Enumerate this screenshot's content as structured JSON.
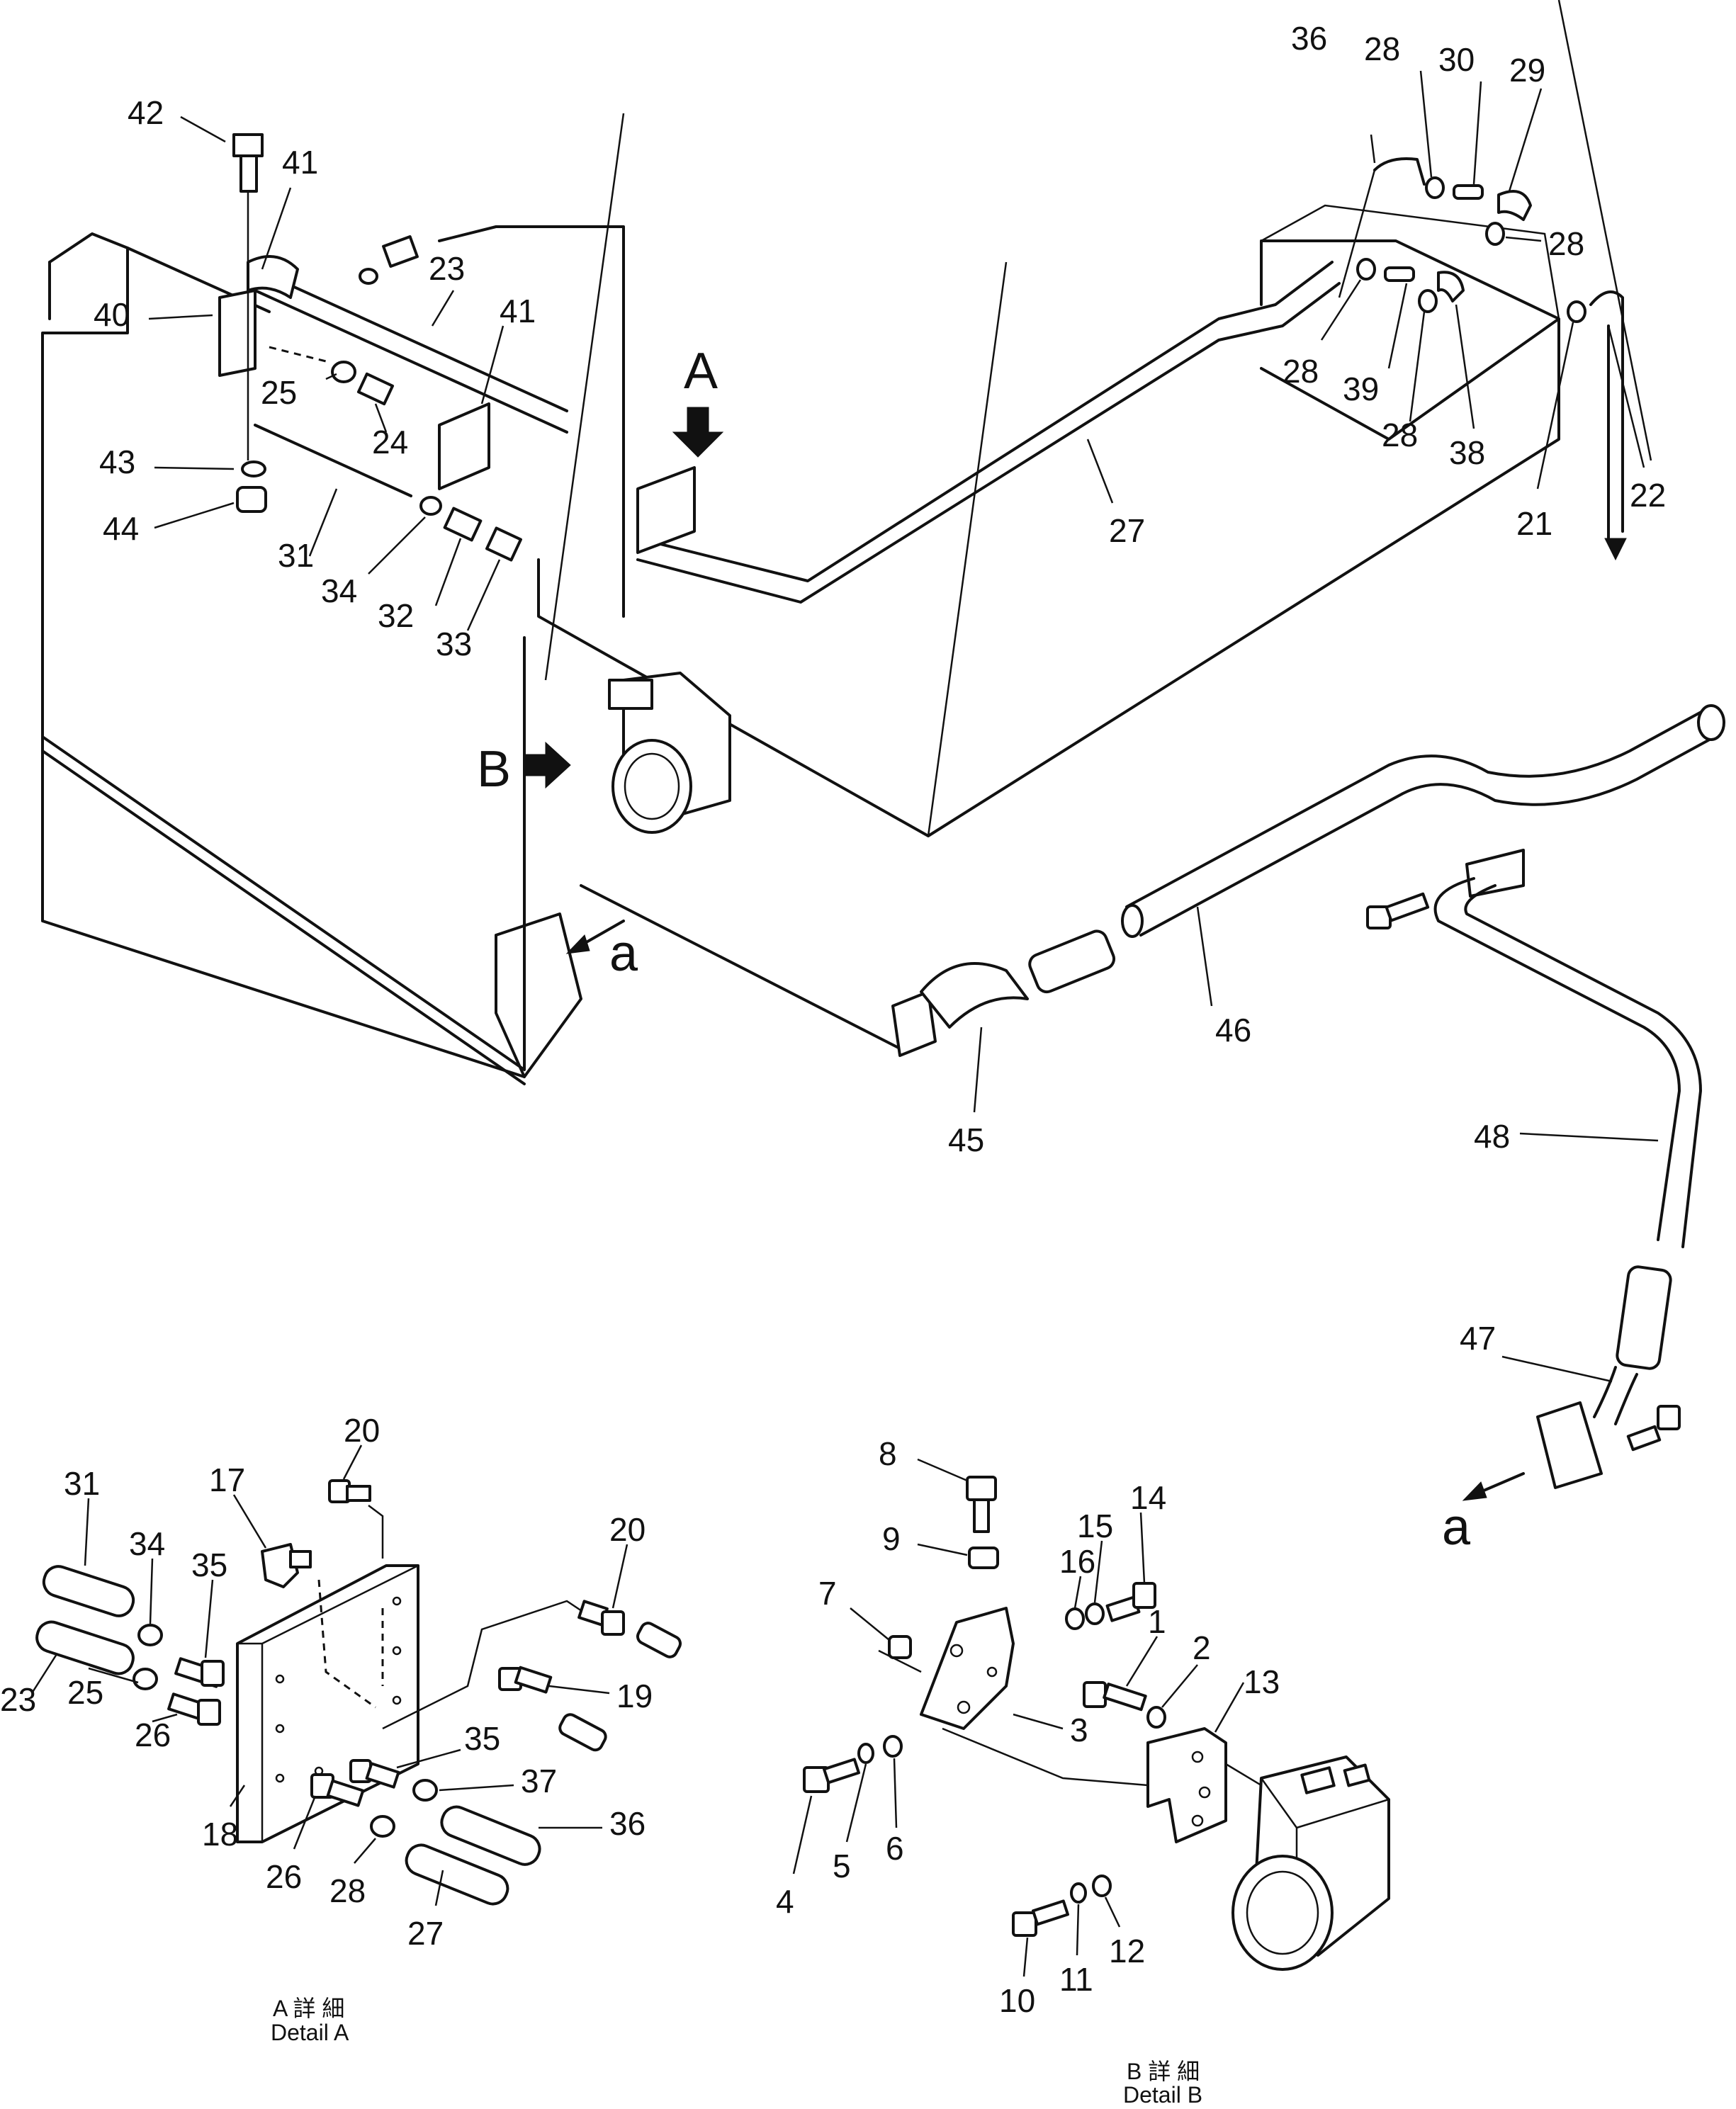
{
  "labels": {
    "p1": "1",
    "p2": "2",
    "p3": "3",
    "p4": "4",
    "p5": "5",
    "p6": "6",
    "p7": "7",
    "p8": "8",
    "p9": "9",
    "p10": "10",
    "p11": "11",
    "p12": "12",
    "p13": "13",
    "p14": "14",
    "p15": "15",
    "p16": "16",
    "p17": "17",
    "p18": "18",
    "p19": "19",
    "p20": "20",
    "p21": "21",
    "p22": "22",
    "p23": "23",
    "p24": "24",
    "p25": "25",
    "p26": "26",
    "p27": "27",
    "p28": "28",
    "p29": "29",
    "p30": "30",
    "p31": "31",
    "p32": "32",
    "p33": "33",
    "p34": "34",
    "p35": "35",
    "p36": "36",
    "p37": "37",
    "p38": "38",
    "p39": "39",
    "p40": "40",
    "p41": "41",
    "p42": "42",
    "p43": "43",
    "p44": "44",
    "p45": "45",
    "p46": "46",
    "p47": "47",
    "p48": "48"
  },
  "markers": {
    "view_a": "A",
    "view_b": "B",
    "conn_a": "a"
  },
  "captions": {
    "detail_a_jp": "A 詳 細",
    "detail_a_en": "Detail A",
    "detail_b_jp": "B 詳 細",
    "detail_b_en": "Detail B"
  }
}
